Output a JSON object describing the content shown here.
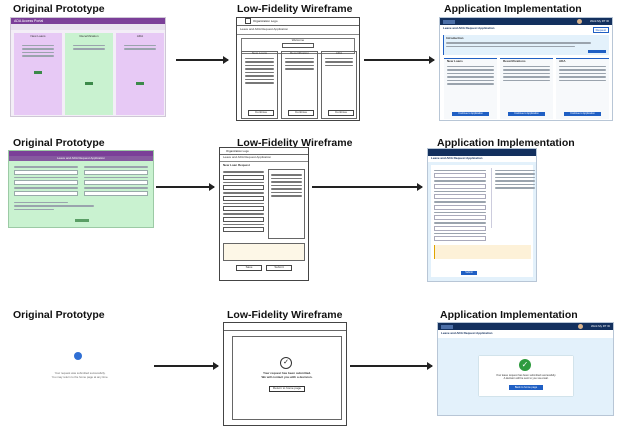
{
  "rows": [
    {
      "headers": {
        "prototype": "Original Prototype",
        "wireframe": "Low-Fidelity Wireframe",
        "implementation": "Application Implementation"
      },
      "prototype": {
        "title": "ADA Access Portal",
        "columns": [
          "New Loans",
          "Recertification",
          "ADA"
        ]
      },
      "wireframe": {
        "logo_text": "Organization Logo",
        "app_title": "Leave and ADA Request Application",
        "info_title": "Welcome",
        "columns": [
          "New Loans",
          "Recertification",
          "ADA"
        ],
        "buttons": [
          "Continue",
          "Continue",
          "Continue"
        ]
      },
      "implementation": {
        "header_link": "Work My RT ID",
        "app_title": "Leave and ADA Request Application",
        "info_title": "Introduction",
        "columns": [
          "New Loans",
          "Recertifications",
          "ADA"
        ],
        "buttons": [
          "Continue to Application",
          "Continue to Application",
          "Continue to Application"
        ],
        "request_button": "Request"
      }
    },
    {
      "headers": {
        "prototype": "Original Prototype",
        "wireframe": "Low-Fidelity Wireframe",
        "implementation": "Application Implementation"
      },
      "prototype": {
        "title": "Leave and ADA Request Application"
      },
      "wireframe": {
        "logo_text": "Organization Logo",
        "app_title": "Leave and ADA Request Application",
        "section_title": "New Loan Request",
        "buttons": [
          "Save",
          "Submit"
        ]
      },
      "implementation": {
        "app_title": "Leave and ADA Request Application",
        "submit": "Submit"
      }
    },
    {
      "headers": {
        "prototype": "Original Prototype",
        "wireframe": "Low-Fidelity Wireframe",
        "implementation": "Application Implementation"
      },
      "prototype": {
        "lines": [
          "Your request was submitted successfully.",
          "You may return to the home page at any time."
        ]
      },
      "wireframe": {
        "lines": [
          "Your request has been submitted.",
          "We will contact you with a decision."
        ],
        "button": "Return to home page"
      },
      "implementation": {
        "header_link": "Work My RT ID",
        "app_title": "Leave and ADA Request Application",
        "lines": [
          "Your leave request has been submitted successfully.",
          "A decision will be sent to you via email."
        ],
        "button": "Back to home page"
      }
    }
  ],
  "colors": {
    "purple": "#7b3f98",
    "lavender": "#e7c9f5",
    "green": "#c9f2d0",
    "cyan": "#c6ecf6",
    "navy": "#13305e",
    "blue": "#1f5fc4",
    "lightblue": "#e3f1fb"
  }
}
